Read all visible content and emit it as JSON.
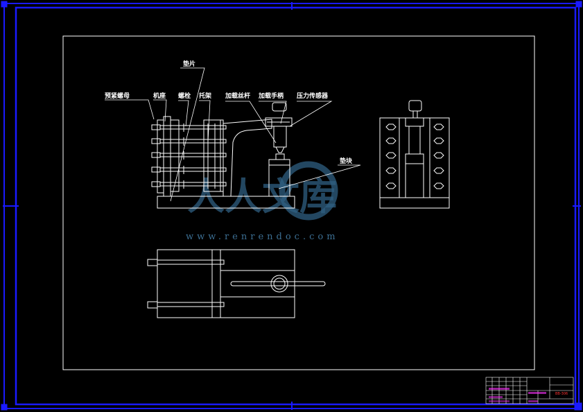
{
  "labels": {
    "washer": "垫片",
    "preload_nut": "预紧螺母",
    "base": "机座",
    "bolt": "螺栓",
    "bracket": "托架",
    "load_screw": "加载丝杆",
    "load_handle": "加载手柄",
    "pressure_sensor": "压力传感器",
    "pad": "垫块"
  },
  "watermark": {
    "brand": "人人文库",
    "url": "www.renrendoc.com"
  },
  "title_block": {
    "drawing_no": "BB-306"
  },
  "colors": {
    "background": "#000000",
    "border": "#1a1aff",
    "lines": "#ffffff",
    "watermark": "#2f5f82",
    "title_text": "#ff33ff"
  }
}
